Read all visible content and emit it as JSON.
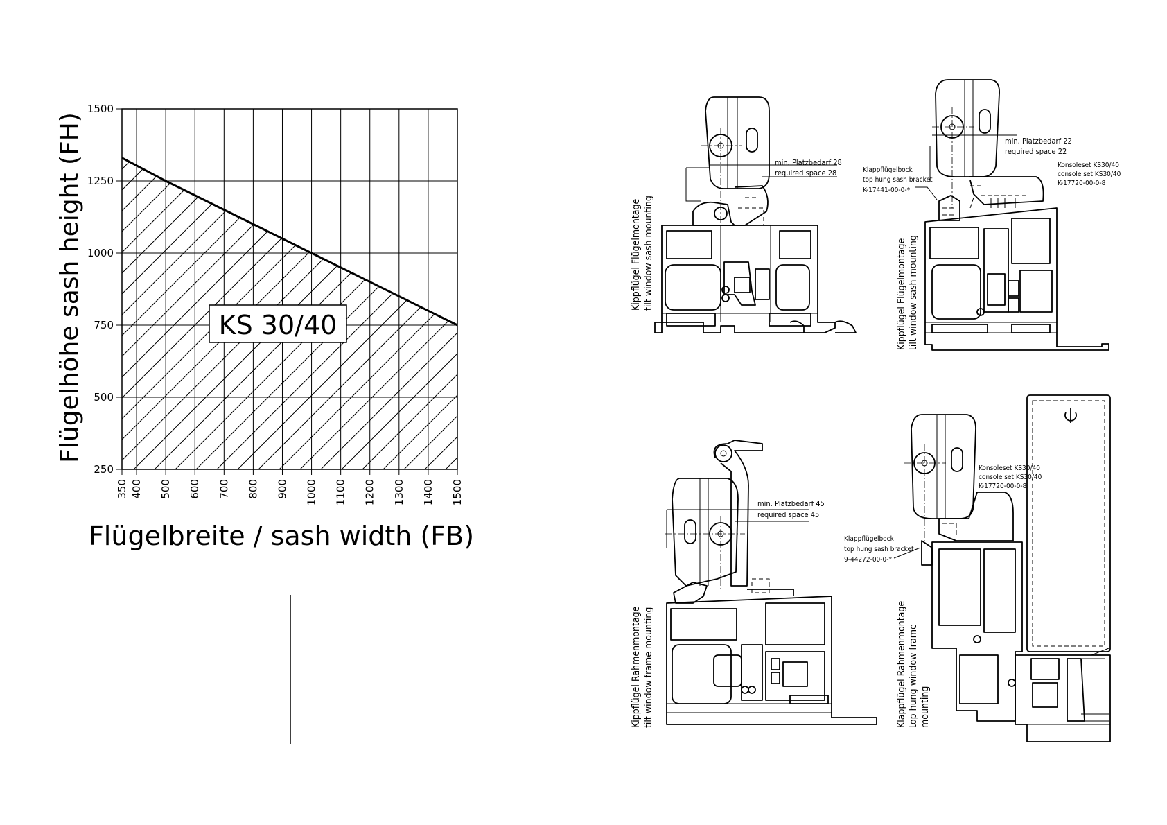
{
  "chart_data": {
    "type": "area",
    "ylabel": "Flügelhöhe sash height (FH)",
    "xlabel": "Flügelbreite / sash width (FB)",
    "x_ticks": [
      350,
      400,
      500,
      600,
      700,
      800,
      900,
      1000,
      1100,
      1200,
      1300,
      1400,
      1500
    ],
    "y_ticks": [
      250,
      500,
      750,
      1000,
      1250,
      1500
    ],
    "xlim": [
      350,
      1500
    ],
    "ylim": [
      250,
      1500
    ],
    "grid": true,
    "series": [
      {
        "name": "KS 30/40",
        "x": [
          350,
          500,
          1000,
          1500
        ],
        "y": [
          1330,
          1250,
          1000,
          750
        ]
      }
    ],
    "area_label": "KS 30/40"
  },
  "details": {
    "d1": {
      "title": "Kippflügel Flügelmontage",
      "subtitle": "tilt window sash mounting",
      "space_de": "min. Platzbedarf 28",
      "space_en": "required space 28"
    },
    "d2": {
      "title": "Kippflügel Flügelmontage",
      "subtitle": "tilt window sash mounting",
      "space_de": "min. Platzbedarf 22",
      "space_en": "required space 22",
      "bracket_de": "Klappflügelbock",
      "bracket_en": "top hung sash bracket",
      "bracket_no": "K-17441-00-0-*",
      "console_de": "Konsoleset KS30/40",
      "console_en": "console set KS30/40",
      "console_no": "K-17720-00-0-8"
    },
    "d3": {
      "title": "Kippflügel Rahmenmontage",
      "subtitle": "tilt window frame mounting",
      "space_de": "min. Platzbedarf 45",
      "space_en": "required space 45"
    },
    "d4": {
      "title": "Klappflügel Rahmenmontage",
      "subtitle": "top hung window frame",
      "subtitle2": "mounting",
      "console_de": "Konsoleset KS30/40",
      "console_en": "console set KS30/40",
      "console_no": "K-17720-00-0-8",
      "bracket_de": "Klappflügelbock",
      "bracket_en": "top hung sash bracket",
      "bracket_no": "9-44272-00-0-*"
    }
  }
}
